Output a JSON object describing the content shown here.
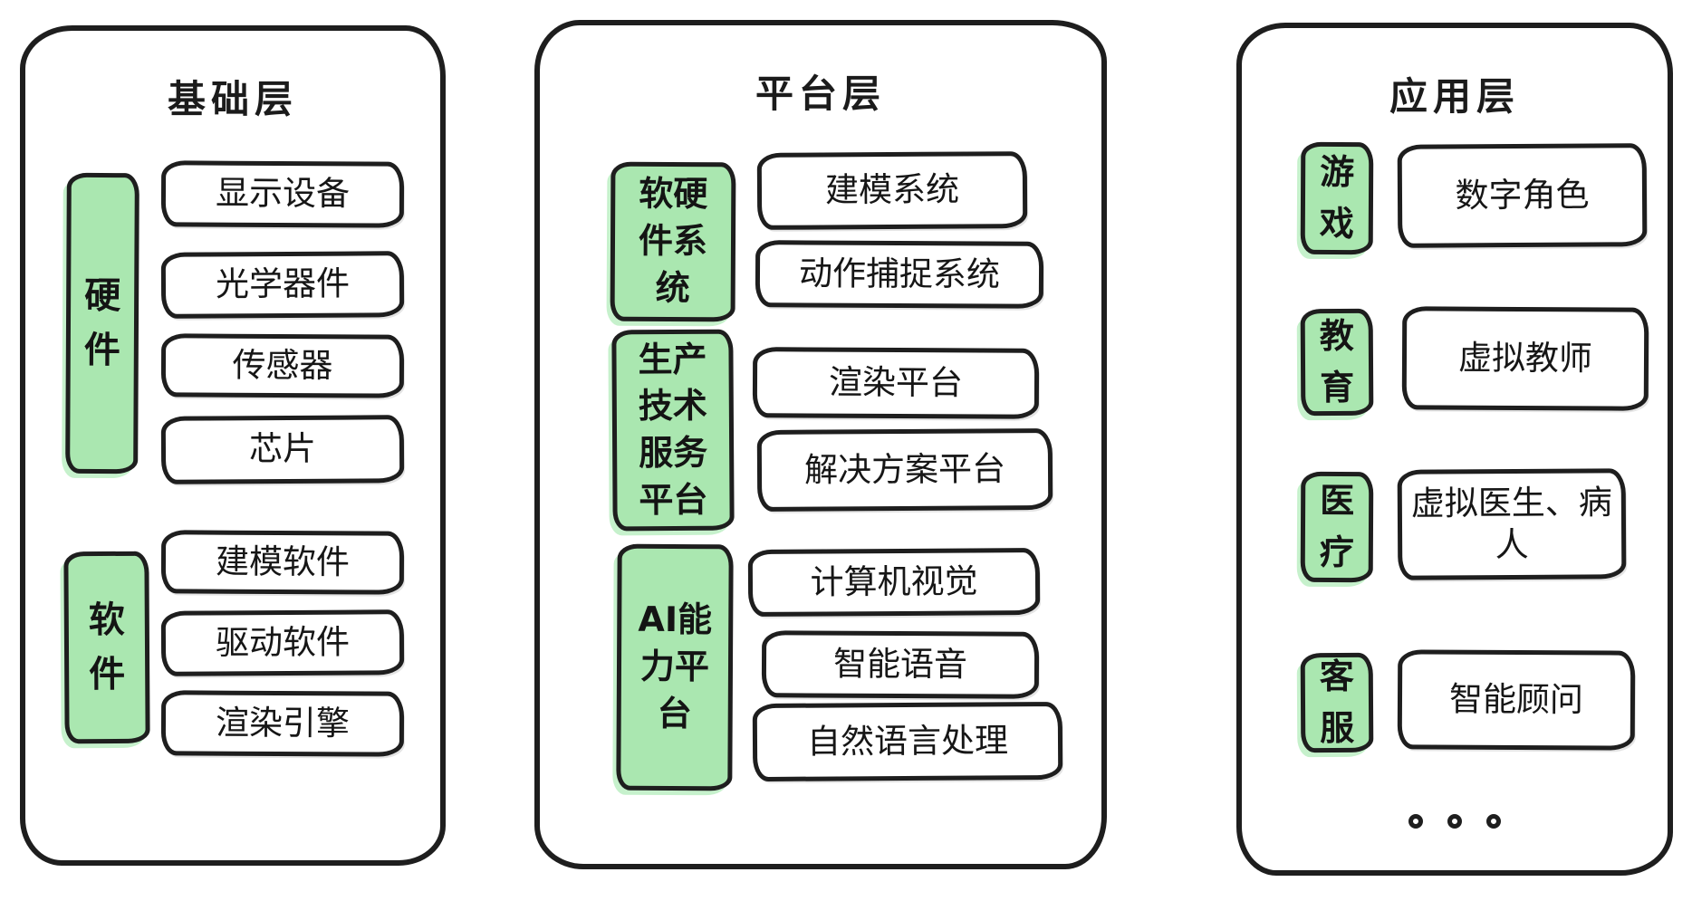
{
  "colors": {
    "accent_green": "#aae7b0",
    "ink": "#1e1e1e",
    "background": "#ffffff"
  },
  "panels": [
    {
      "title": "基础层",
      "groups": [
        {
          "label": "硬件",
          "items": [
            "显示设备",
            "光学器件",
            "传感器",
            "芯片"
          ]
        },
        {
          "label": "软件",
          "items": [
            "建模软件",
            "驱动软件",
            "渲染引擎"
          ]
        }
      ]
    },
    {
      "title": "平台层",
      "groups": [
        {
          "label": "软硬件系统",
          "items": [
            "建模系统",
            "动作捕捉系统"
          ]
        },
        {
          "label": "生产技术服务平台",
          "items": [
            "渲染平台",
            "解决方案平台"
          ]
        },
        {
          "label": "AI能力平台",
          "items": [
            "计算机视觉",
            "智能语音",
            "自然语言处理"
          ]
        }
      ]
    },
    {
      "title": "应用层",
      "groups": [
        {
          "label": "游戏",
          "items": [
            "数字角色"
          ]
        },
        {
          "label": "教育",
          "items": [
            "虚拟教师"
          ]
        },
        {
          "label": "医疗",
          "items": [
            "虚拟医生、病人"
          ]
        },
        {
          "label": "客服",
          "items": [
            "智能顾问"
          ]
        }
      ],
      "ellipsis": "•••"
    }
  ]
}
